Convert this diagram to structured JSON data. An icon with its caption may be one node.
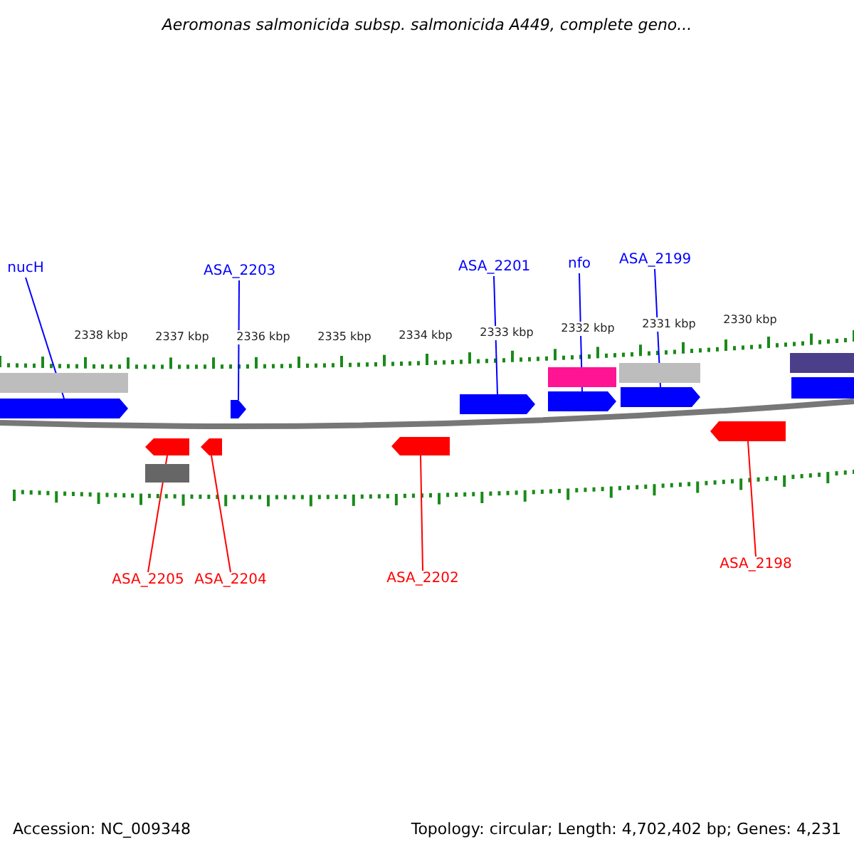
{
  "diagram": {
    "title": "Aeromonas salmonicida subsp. salmonicida A449, complete geno...",
    "nodes": [
      {
        "text": [
          "nucH"
        ]
      },
      {
        "text": [
          "ASA_2203"
        ]
      },
      {
        "text": [
          "ASA_2201"
        ]
      },
      {
        "text": [
          "nfo"
        ]
      },
      {
        "text": [
          "ASA_2199"
        ]
      },
      {
        "text": [],
        "shape": "arrow"
      },
      {
        "text": [],
        "shape": "arrow"
      },
      {
        "text": [],
        "shape": "arrow"
      },
      {
        "text": [],
        "shape": "arrow"
      },
      {
        "text": [],
        "shape": "arrow"
      },
      {
        "text": [],
        "shape": "arrow"
      },
      {
        "text": [],
        "shape": "arrow"
      },
      {
        "text": [],
        "shape": "arrow"
      },
      {
        "text": [],
        "shape": "arrow"
      },
      {
        "text": [
          "ASA_2205"
        ]
      },
      {
        "text": [
          "ASA_2204"
        ]
      },
      {
        "text": [
          "ASA_2202"
        ]
      },
      {
        "text": [
          "ASA_2198"
        ]
      },
      {
        "text": [],
        "shape": "bar"
      },
      {
        "text": [],
        "shape": "bar"
      },
      {
        "text": [],
        "shape": "bar"
      },
      {
        "text": [],
        "shape": "bar"
      },
      {
        "text": [],
        "shape": "bar"
      },
      {
        "text": [],
        "shape": "arrow"
      }
    ],
    "edges": [
      {
        "from": 0,
        "to": 5,
        "arrow": "none"
      },
      {
        "from": 1,
        "to": 6,
        "arrow": "none"
      },
      {
        "from": 2,
        "to": 7,
        "arrow": "none"
      },
      {
        "from": 3,
        "to": 8,
        "arrow": "none"
      },
      {
        "from": 4,
        "to": 9,
        "arrow": "none"
      },
      {
        "from": 14,
        "to": 10,
        "arrow": "none",
        "color": "#ff0000"
      },
      {
        "from": 15,
        "to": 11,
        "arrow": "none",
        "color": "#ff0000"
      },
      {
        "from": 16,
        "to": 12,
        "arrow": "none",
        "color": "#ff0000"
      },
      {
        "from": 17,
        "to": 13,
        "arrow": "none",
        "color": "#ff0000"
      }
    ],
    "labels": [
      "2338 kbp",
      "2337 kbp",
      "2336 kbp",
      "2335 kbp",
      "2334 kbp",
      "2333 kbp",
      "2332 kbp",
      "2331 kbp",
      "2330 kbp",
      "Accession: NC_009348",
      "Topology: circular; Length: 4,702,402 bp; Genes: 4,231"
    ]
  }
}
